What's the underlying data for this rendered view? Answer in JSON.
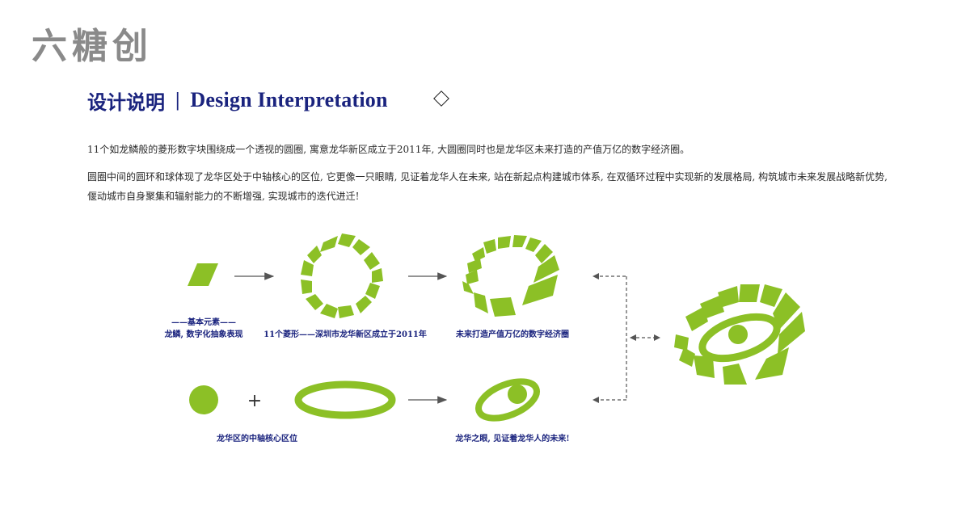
{
  "logo": {
    "text": "六糖创"
  },
  "heading": {
    "cn": "设计说明",
    "separator": "|",
    "en": "Design Interpretation"
  },
  "paragraphs": [
    "11个如龙鳞般的菱形数字块围绕成一个透视的圆圈, 寓意龙华新区成立于2011年, 大圆圈同时也是龙华区未来打造的产值万亿的数字经济圈。",
    "圆圈中间的圆环和球体现了龙华区处于中轴核心的区位, 它更像一只眼睛, 见证着龙华人在未来, 站在新起点构建城市体系, 在双循环过程中实现新的发展格局, 构筑城市未来发展战略新优势, 偃动城市自身聚集和辐射能力的不断增强, 实现城市的迭代进迁!"
  ],
  "captions": {
    "element_title": "——基本元素——",
    "element_desc": "龙鳞, 数字化抽象表现",
    "ring11": "11个菱形——深圳市龙华新区成立于2011年",
    "future": "未来打造产值万亿的数字经济圈",
    "core": "龙华区的中轴核心区位",
    "eye": "龙华之眼, 见证着龙华人的未来!"
  },
  "plus_symbol": "+",
  "colors": {
    "green": "#8cc026",
    "navy": "#1a237e",
    "arrow": "#555555",
    "logo_gray": "#8a8a8a"
  }
}
